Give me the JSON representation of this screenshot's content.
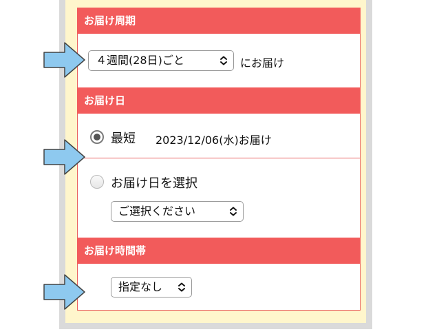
{
  "sections": {
    "cycle": {
      "header": "お届け周期",
      "select_value": "４週間(28日)ごと",
      "suffix": "にお届け"
    },
    "date": {
      "header": "お届け日",
      "option_shortest_label": "最短",
      "option_shortest_date": "2023/12/06(水)お届け",
      "option_select_label": "お届け日を選択",
      "select_value": "ご選択ください"
    },
    "time": {
      "header": "お届け時間帯",
      "select_value": "指定なし"
    }
  },
  "colors": {
    "header_bg": "#f25b5b",
    "arrow_fill": "#8ec9ef",
    "arrow_stroke": "#444444",
    "panel_bg": "#fff6cc"
  },
  "icons": {
    "select_chevron": "chevron-up-down-icon",
    "pointer": "arrow-right-icon"
  }
}
